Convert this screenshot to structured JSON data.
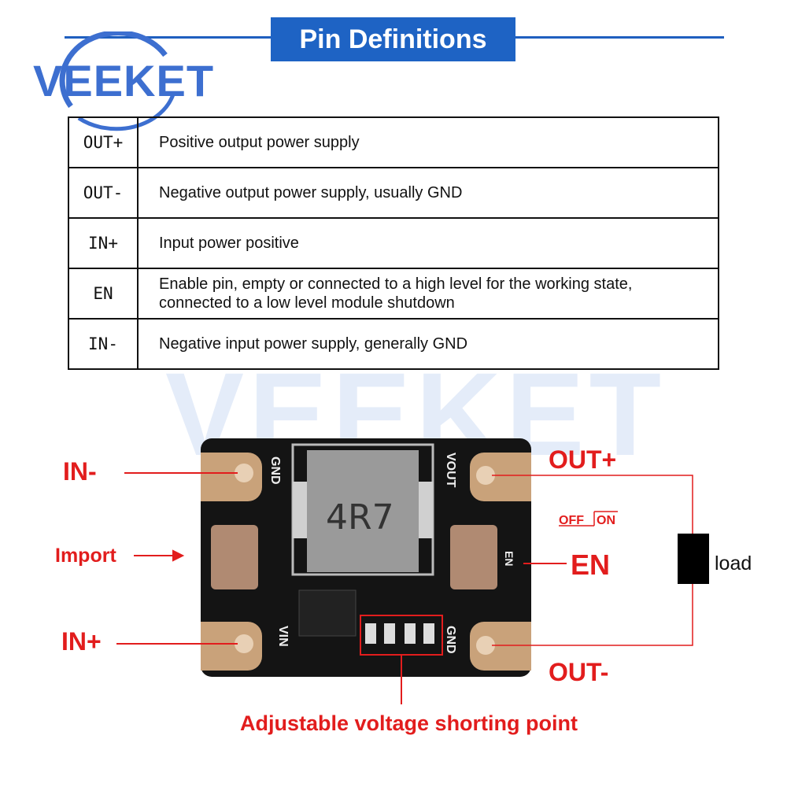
{
  "header": {
    "title": "Pin Definitions",
    "logo_text": "VEEKET",
    "colors": {
      "brand_blue": "#1e63c4",
      "annotation_red": "#e21d1d"
    }
  },
  "pin_table": [
    {
      "pin": "OUT+",
      "description": "Positive output power supply"
    },
    {
      "pin": "OUT-",
      "description": "Negative output power supply, usually GND"
    },
    {
      "pin": "IN+",
      "description": "Input power positive"
    },
    {
      "pin": "EN",
      "description": "Enable pin, empty or connected to a high level for the working state, connected to a low level module shutdown"
    },
    {
      "pin": "IN-",
      "description": "Negative input power supply, generally GND"
    }
  ],
  "watermark": "VEEKET",
  "diagram": {
    "in_minus": "IN-",
    "import": "Import",
    "in_plus": "IN+",
    "out_plus": "OUT+",
    "out_minus": "OUT-",
    "en": "EN",
    "switch_off": "OFF",
    "switch_on": "ON",
    "load": "load",
    "shorting_point": "Adjustable voltage shorting point",
    "inductor_marking": "4R7",
    "silk_gnd_top": "GND",
    "silk_vout": "VOUT",
    "silk_vin": "VIN",
    "silk_gnd_bottom": "GND",
    "silk_en": "EN"
  }
}
